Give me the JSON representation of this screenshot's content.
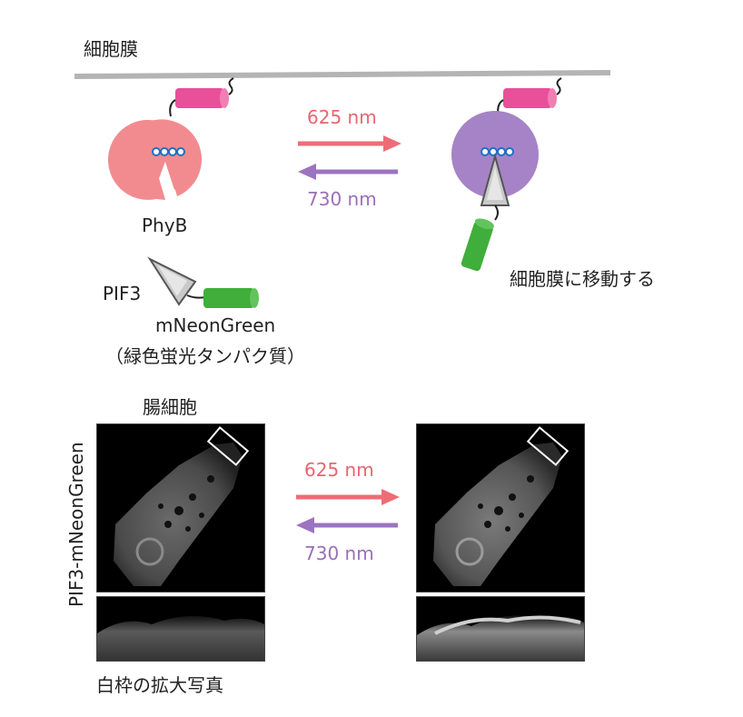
{
  "membrane_label": "細胞膜",
  "wavelength_forward": "625 nm",
  "wavelength_reverse": "730 nm",
  "phyb_label": "PhyB",
  "pif3_label": "PIF3",
  "mneongreen_label": "mNeonGreen",
  "mneongreen_note": "（緑色蛍光タンパク質）",
  "translocation_label": "細胞膜に移動する",
  "cell_label": "腸細胞",
  "vertical_label": "PIF3-mNeonGreen",
  "micro_wavelength_forward": "625 nm",
  "micro_wavelength_reverse": "730 nm",
  "zoom_caption": "白枠の拡大写真",
  "colors": {
    "phyb_red_state": "#f28b8f",
    "phyb_farred_state": "#a683c6",
    "anchor": "#e8509a",
    "mneongreen": "#3fae3a",
    "pif3": "#b0b0b0",
    "arrow_red": "#ee6c76",
    "arrow_purple": "#9b74c1",
    "membrane": "#b4b4b4"
  }
}
